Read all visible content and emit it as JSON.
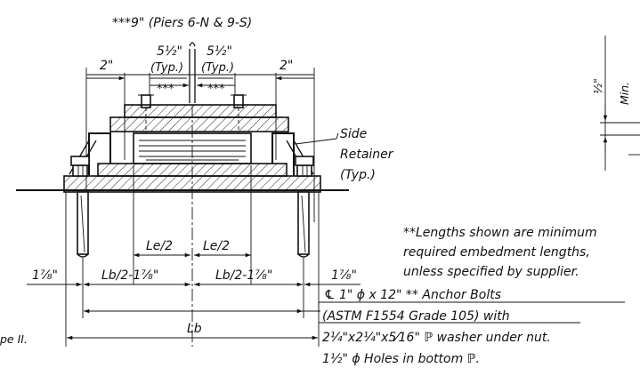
{
  "labels": {
    "piers_note": "***9\" (Piers 6-N & 9-S)",
    "five_half_left": "5½\"",
    "five_half_right": "5½\"",
    "typ_left": "(Typ.)",
    "typ_right": "(Typ.)",
    "stars_left": "***",
    "stars_right": "***",
    "two_in_left": "2\"",
    "two_in_right": "2\"",
    "side_retainer_1": "Side",
    "side_retainer_2": "Retainer",
    "side_retainer_3": "(Typ.)",
    "le_half_left": "Le/2",
    "le_half_right": "Le/2",
    "one_7_8_left": "1⅞\"",
    "lb_half_left": "Lb/2-1⅞\"",
    "lb_half_right": "Lb/2-1⅞\"",
    "one_7_8_right": "1⅞\"",
    "lb": "Lb",
    "type_ii": "pe II.",
    "half_in": "½\"",
    "min": "Min."
  },
  "notes": {
    "embedment_1": "**Lengths shown are minimum",
    "embedment_2": "required embedment lengths,",
    "embedment_3": "unless specified by supplier."
  },
  "bolt_callout": {
    "line1": "℄ 1\" ϕ x 12\" ** Anchor Bolts",
    "line2": "(ASTM F1554 Grade 105) with",
    "line3": "2¼\"x2¼\"x5⁄16\" ℙ washer under nut.",
    "line4": "1½\" ϕ Holes in bottom ℙ."
  }
}
